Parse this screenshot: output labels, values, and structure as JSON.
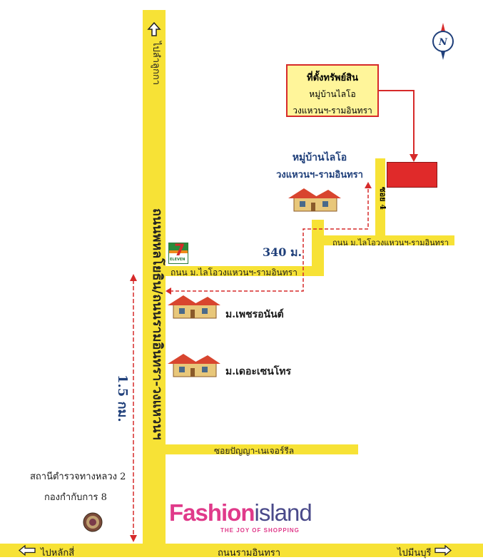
{
  "colors": {
    "road": "#f7e236",
    "property_marker": "#e02a2a",
    "property_box_fill": "#fff59a",
    "property_box_border": "#d62a2a",
    "route_line": "#d62a2a",
    "distance_text": "#1f3f7a",
    "village_text": "#1f3f7a"
  },
  "main_road_vertical": {
    "name": "ถนนพหลโยธิน/ถนนรามอินทรา-วงแหวนฯ",
    "north_arrow_label": "ไปลำลูกกา"
  },
  "property_box": {
    "line1": "ที่ตั้งทรัพย์สิน",
    "line2": "หมู่บ้านไลโอ",
    "line3": "วงแหวนฯ-รามอินทรา"
  },
  "village_label": {
    "line1": "หมู่บ้านไลโอ",
    "line2": "วงแหวนฯ-รามอินทรา"
  },
  "soi4_label": "ซอย 4",
  "road_lio_upper_label": "ถนน ม.ไลโอวงแหวนฯ-รามอินทรา",
  "road_lio_lower_label": "ถนน ม.ไลโอวงแหวนฯ-รามอินทรา",
  "distance_340": "340 ม.",
  "distance_15km": "1.5 กม.",
  "villages": {
    "petcharanan": "ม.เพชรอนันต์",
    "kosen": "ม.เดอะเซนโทร"
  },
  "soi_panya": "ซอยปัญญา-เนเจอร์รีล",
  "police": {
    "line1": "สถานีตำรวจทางหลวง 2",
    "line2": "กองกำกับการ 8"
  },
  "fashion_island": {
    "fashion": "Fashion",
    "island": "island",
    "tagline": "THE JOY OF SHOPPING"
  },
  "bottom_road": {
    "name": "ถนนรามอินทรา",
    "left_label": "ไปหลักสี่",
    "right_label": "ไปมีนบุรี"
  },
  "seven_eleven_text": "ELEVEN",
  "compass_letter": "N",
  "icons": {
    "compass": "north-compass-icon",
    "seven_eleven": "seven-eleven-icon",
    "house": "house-icon",
    "police_seal": "police-seal-icon",
    "arrow_up": "arrow-up-icon",
    "arrow_left": "arrow-left-icon",
    "arrow_right": "arrow-right-icon"
  }
}
